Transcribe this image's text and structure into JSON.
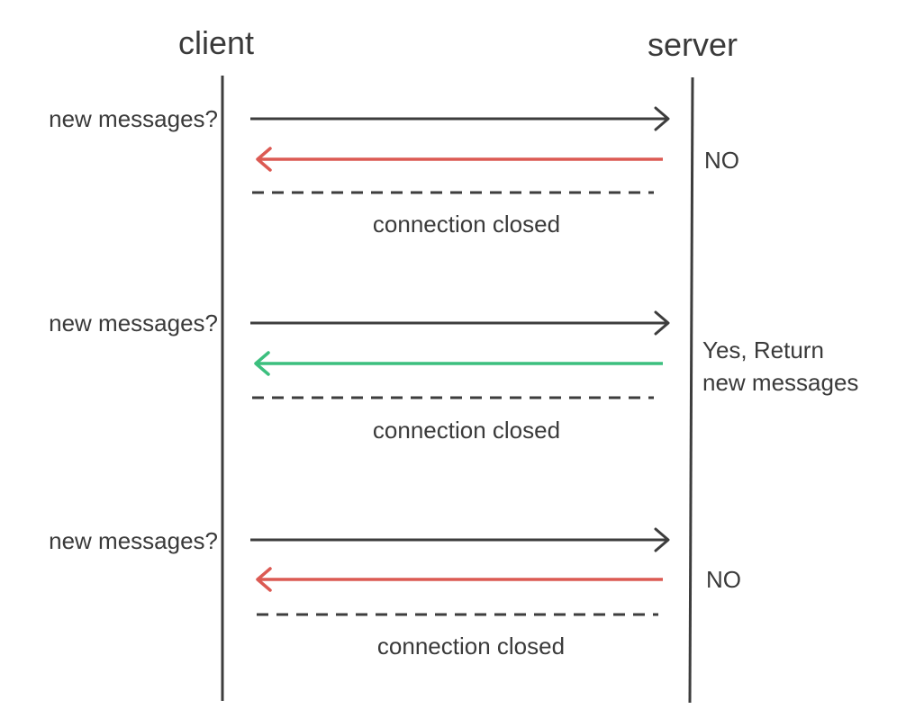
{
  "lanes": {
    "client": "client",
    "server": "server"
  },
  "colors": {
    "line": "#3d3d3d",
    "no": "#dc5a53",
    "yes": "#3cbf7e"
  },
  "exchanges": [
    {
      "request": "new messages?",
      "response": [
        "NO"
      ],
      "result": "no",
      "closed": "connection closed"
    },
    {
      "request": "new messages?",
      "response": [
        "Yes, Return",
        "new messages"
      ],
      "result": "yes",
      "closed": "connection closed"
    },
    {
      "request": "new messages?",
      "response": [
        "NO"
      ],
      "result": "no",
      "closed": "connection closed"
    }
  ]
}
